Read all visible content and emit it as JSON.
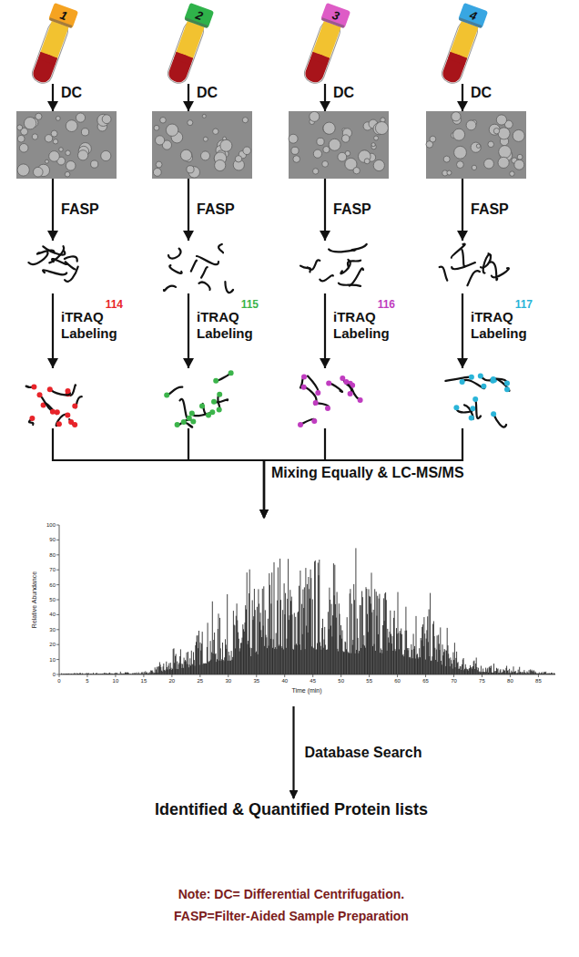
{
  "diagram": {
    "nodes": [
      {
        "text": [
          "1"
        ]
      },
      {
        "text": [
          "2"
        ]
      },
      {
        "text": [
          "3"
        ]
      },
      {
        "text": [
          "4"
        ]
      },
      {
        "text": [
          "Relative Abundance",
          "Time (min)"
        ]
      },
      {
        "text": [
          "Identified & Quantified Protein lists"
        ]
      }
    ],
    "edges": [
      {
        "from": 0,
        "to": 4,
        "arrow": "to"
      },
      {
        "from": 1,
        "to": 4,
        "arrow": "to"
      },
      {
        "from": 2,
        "to": 4,
        "arrow": "to"
      },
      {
        "from": 3,
        "to": 4,
        "arrow": "to"
      },
      {
        "from": 4,
        "to": 5,
        "label": "Database Search",
        "arrow": "to"
      }
    ],
    "labels": [
      "DC",
      "DC",
      "DC",
      "DC",
      "FASP",
      "FASP",
      "FASP",
      "FASP",
      "iTRAQ",
      "114",
      "Labeling",
      "iTRAQ",
      "115",
      "Labeling",
      "iTRAQ",
      "116",
      "Labeling",
      "iTRAQ",
      "117",
      "Labeling",
      "Mixing Equally & LC-MS/MS",
      "100",
      "90",
      "80",
      "70",
      "60",
      "50",
      "40",
      "30",
      "20",
      "10",
      "0",
      "0",
      "5",
      "10",
      "15",
      "20",
      "25",
      "30",
      "35",
      "40",
      "45",
      "50",
      "55",
      "60",
      "65",
      "70",
      "75",
      "80",
      "85",
      "Note: DC= Differential Centrifugation.",
      "FASP=Filter-Aided Sample Preparation"
    ]
  }
}
